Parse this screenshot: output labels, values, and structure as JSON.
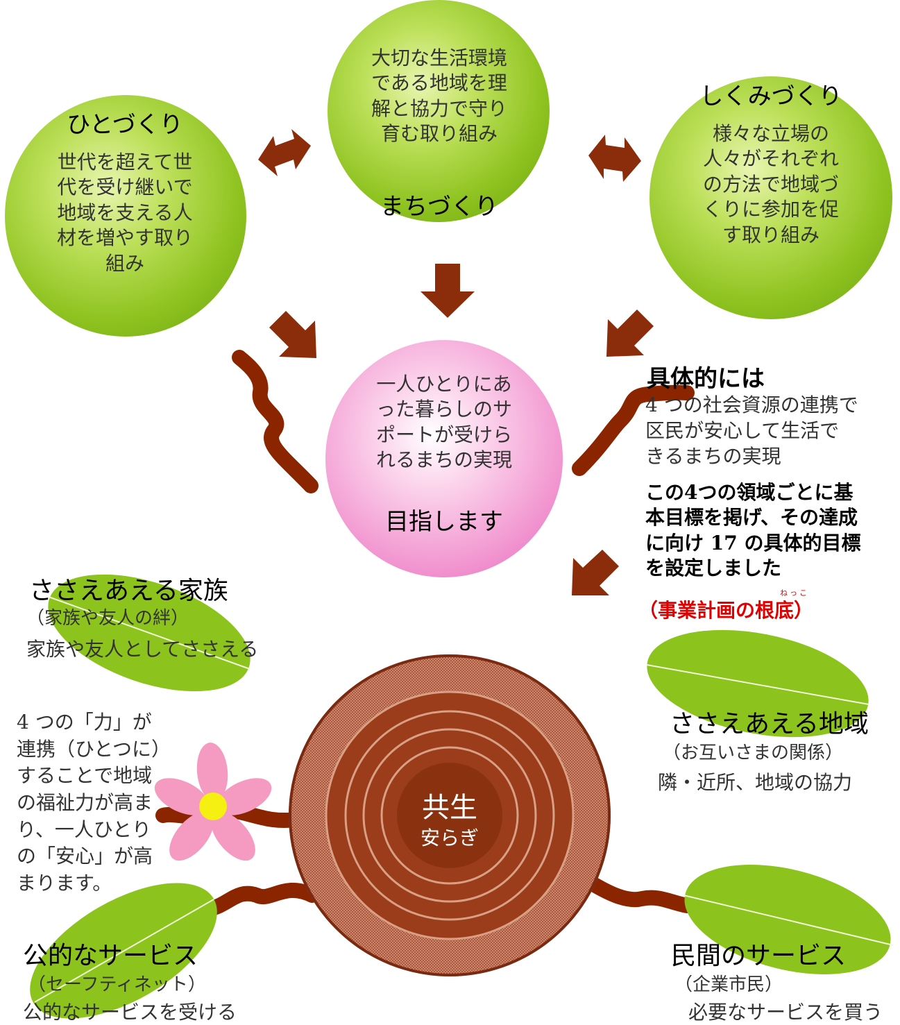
{
  "top_circles": {
    "machi": {
      "body": [
        "大切な生活環境",
        "である地域を理",
        "解と協力で守り",
        "育む取り組み"
      ],
      "title": "まちづくり"
    },
    "hito": {
      "title": "ひとづくり",
      "body": [
        "世代を超えて世",
        "代を受け継いで",
        "地域を支える人",
        "材を増やす取り",
        "組み"
      ]
    },
    "shikumi": {
      "title": "しくみづくり",
      "body": [
        "様々な立場の",
        "人々がそれぞれ",
        "の方法で地域づ",
        "くりに参加を促",
        "す取り組み"
      ]
    }
  },
  "center": {
    "body": [
      "一人ひとりにあ",
      "った暮らしのサ",
      "ポートが受けら",
      "れるまちの実現"
    ],
    "title": "目指します"
  },
  "concrete": {
    "heading": "具体的には",
    "body": [
      "4 つの社会資源の連携で",
      "区民が安心して生活で",
      "きるまちの実現"
    ],
    "bold": [
      "この4つの領域ごとに基",
      "本目標を掲げ、その達成",
      "に向け 17 の具体的目標",
      "を設定しました"
    ],
    "red": "（事業計画の根底）",
    "ruby": "ねっこ"
  },
  "trunk": {
    "title": "共生",
    "subtitle": "安らぎ"
  },
  "leaves": {
    "family": {
      "title": "ささえあえる家族",
      "sub": "（家族や友人の絆）",
      "desc": "家族や友人としてささえる"
    },
    "region": {
      "title": "ささえあえる地域",
      "sub": "（お互いさまの関係）",
      "desc": "隣・近所、地域の協力"
    },
    "public": {
      "title": "公的なサービス",
      "sub": "（セーフティネット）",
      "desc": "公的なサービスを受ける"
    },
    "private": {
      "title": "民間のサービス",
      "sub": "（企業市民）",
      "desc": "必要なサービスを買う"
    }
  },
  "side_note": [
    "4 つの「力」が",
    "連携（ひとつに）",
    "することで地域",
    "の福祉力が高ま",
    "り、一人ひとり",
    "の「安心」が高",
    "まります。"
  ],
  "colors": {
    "arrow": "#8b2c0a",
    "branch": "#8b2500",
    "trunk": "#9b3d1a",
    "leaf": "#8cc31c",
    "flower": "#f59ac0",
    "flower_center": "#f5ef12"
  }
}
